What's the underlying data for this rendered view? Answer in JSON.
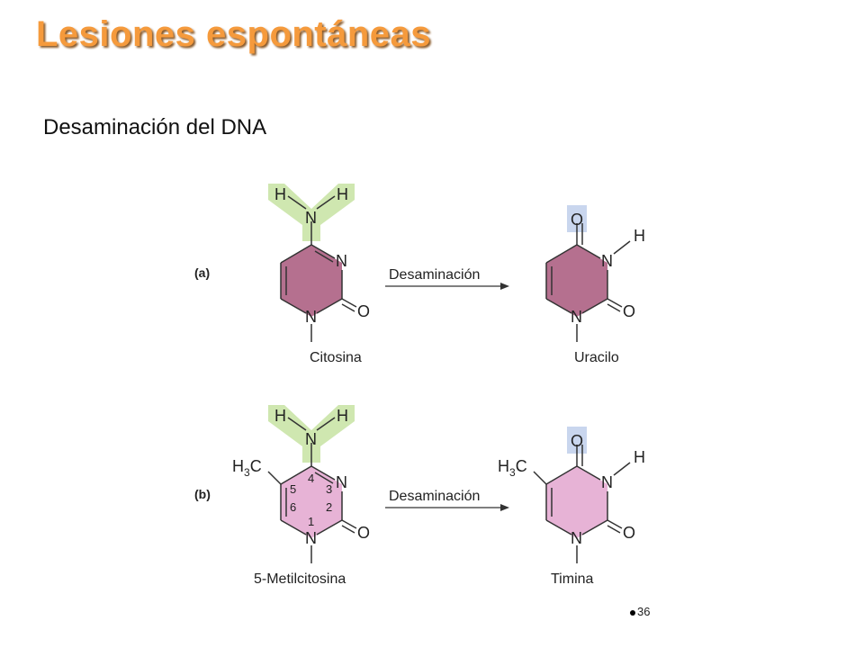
{
  "slide": {
    "title": "Lesiones espontáneas",
    "subtitle": "Desaminación del DNA",
    "page_number": "36"
  },
  "figure": {
    "row_a": {
      "label": "(a)",
      "reactant": "Citosina",
      "product": "Uracilo",
      "arrow_label": "Desaminación"
    },
    "row_b": {
      "label": "(b)",
      "reactant": "5-Metilcitosina",
      "product": "Timina",
      "arrow_label": "Desaminación"
    },
    "atoms": {
      "H": "H",
      "N": "N",
      "O": "O",
      "C": "C",
      "H3": "H",
      "sub3": "3"
    },
    "ring_numbers": [
      "1",
      "2",
      "3",
      "4",
      "5",
      "6"
    ],
    "colors": {
      "ring_cytosine": "#b5708f",
      "ring_methylcytosine": "#e7b3d6",
      "amine_highlight": "#cfe7b0",
      "oxygen_highlight": "#c9d6ee",
      "title": "#f59a3c"
    }
  }
}
